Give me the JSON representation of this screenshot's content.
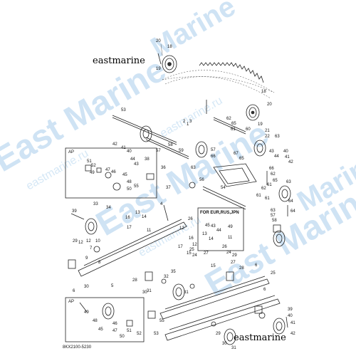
{
  "watermark": {
    "brand_main": "East Marine",
    "brand_alt": "Marine",
    "site": "eastmarine.ru",
    "color": "#cfe3f4"
  },
  "stamps": {
    "top": "eastmarine",
    "bottom": "eastmarine"
  },
  "diagram_code": "8KX2100-5230",
  "variant_label": "FOR EUR,RUS,JPN",
  "ap_label": "AP",
  "callouts": {
    "c20a": "20",
    "c18a": "18",
    "c19a": "19",
    "c18b": "18",
    "c20b": "20",
    "c53": "53",
    "c1": "1",
    "c2": "2",
    "c3": "3",
    "c62a": "62",
    "c65a": "65",
    "c61a": "61",
    "c60": "60",
    "c19b": "19",
    "c21": "21",
    "c22a": "22",
    "c63a": "63",
    "c42a": "42",
    "c41a": "41",
    "c40a": "40",
    "c38": "38",
    "c44a": "44",
    "c43a": "43",
    "c58": "58",
    "c57a": "57",
    "c59": "59",
    "c57b": "57",
    "c63b": "63",
    "c66a": "66",
    "c67": "67",
    "c65b": "65",
    "c43b": "43",
    "c44b": "44",
    "c40b": "40",
    "c41b": "41",
    "c42b": "42",
    "c51": "51",
    "c52": "52",
    "c46": "46",
    "c47": "47",
    "c49a": "49",
    "c45a": "45",
    "c55": "55",
    "c48a": "48",
    "c50": "50",
    "c36": "36",
    "c37": "37",
    "c63c": "63",
    "c56": "56",
    "c66b": "66",
    "c62b": "62",
    "c64a": "64",
    "c65c": "65",
    "c54": "54",
    "c61b": "61",
    "c62c": "62",
    "c61c": "61",
    "c61d": "61",
    "c12a": "12",
    "c7": "7",
    "c33": "33",
    "c34": "34",
    "c39a": "39",
    "c16a": "16",
    "c17a": "17",
    "c13a": "13",
    "c14a": "14",
    "c4": "4",
    "c11a": "11",
    "c29a": "29",
    "c12b": "12",
    "c10": "10",
    "c26a": "26",
    "c12c": "12",
    "c31a": "31",
    "c63d": "63",
    "c64b": "64",
    "c57c": "57",
    "c58b": "58",
    "c43c": "43",
    "c44c": "44",
    "c45b": "45",
    "c49b": "49",
    "c30a": "30",
    "c6a": "6",
    "c8": "8",
    "c9": "9",
    "c5": "5",
    "c16b": "16",
    "c17b": "17",
    "c13b": "13",
    "c14b": "14",
    "c11b": "11",
    "c12d": "12",
    "c25a": "25",
    "c24a": "24",
    "c27a": "27",
    "c26b": "26",
    "c24b": "24",
    "c29b": "29",
    "c27b": "27",
    "c28a": "28",
    "c15a": "15",
    "c35": "35",
    "c32": "32",
    "c31b": "31",
    "c28b": "28",
    "c30b": "30",
    "c6b": "6",
    "c15b": "15",
    "c25b": "25",
    "c6c": "6",
    "c49c": "49",
    "c48b": "48",
    "c45c": "45",
    "c46b": "46",
    "c47b": "47",
    "c50b": "50",
    "c51b": "51",
    "c52b": "52",
    "c55b": "55",
    "c53b": "53",
    "c39b": "39",
    "c40c": "40",
    "c41c": "41",
    "c42c": "42",
    "c29c": "29",
    "c30c": "30",
    "c31c": "31"
  }
}
